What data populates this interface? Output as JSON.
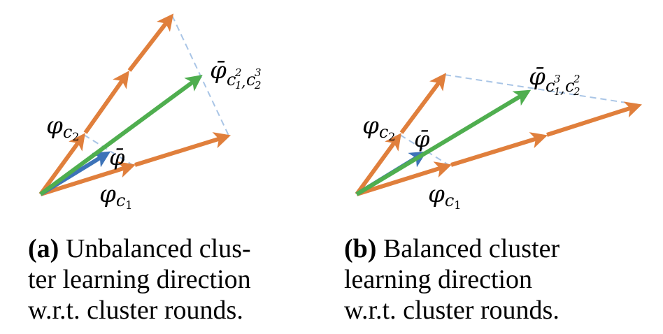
{
  "colors": {
    "cluster_vector": "#E07F3C",
    "aggregated_vector": "#4FAE4F",
    "mean_vector": "#3D73B8",
    "guide_dashes": "#A9C5E6"
  },
  "panels": [
    {
      "id": "a",
      "labels": {
        "phi_c2": {
          "symbol": "φ",
          "sub": "c",
          "subsub": "2"
        },
        "phi_c1": {
          "symbol": "φ",
          "sub": "c",
          "subsub": "1"
        },
        "phi_bar": {
          "symbol": "φ̄"
        },
        "phi_bar_agg": {
          "symbol": "φ̄",
          "sub": "c",
          "sub1": "1",
          "sup1": "2",
          "sep": ",",
          "sub2": "2",
          "sup2": "3"
        }
      },
      "rounds": {
        "c1": 2,
        "c2": 3
      },
      "caption": {
        "tag": "(a)",
        "lines": [
          "Unbalanced clus-",
          "ter learning direction",
          "w.r.t. cluster rounds."
        ]
      }
    },
    {
      "id": "b",
      "labels": {
        "phi_c2": {
          "symbol": "φ",
          "sub": "c",
          "subsub": "2"
        },
        "phi_c1": {
          "symbol": "φ",
          "sub": "c",
          "subsub": "1"
        },
        "phi_bar": {
          "symbol": "φ̄"
        },
        "phi_bar_agg": {
          "symbol": "φ̄",
          "sub": "c",
          "sub1": "1",
          "sup1": "3",
          "sep": ",",
          "sub2": "2",
          "sup2": "2"
        }
      },
      "rounds": {
        "c1": 3,
        "c2": 2
      },
      "caption": {
        "tag": "(b)",
        "lines": [
          "Balanced cluster",
          "learning direction",
          "w.r.t. cluster rounds."
        ]
      }
    }
  ]
}
